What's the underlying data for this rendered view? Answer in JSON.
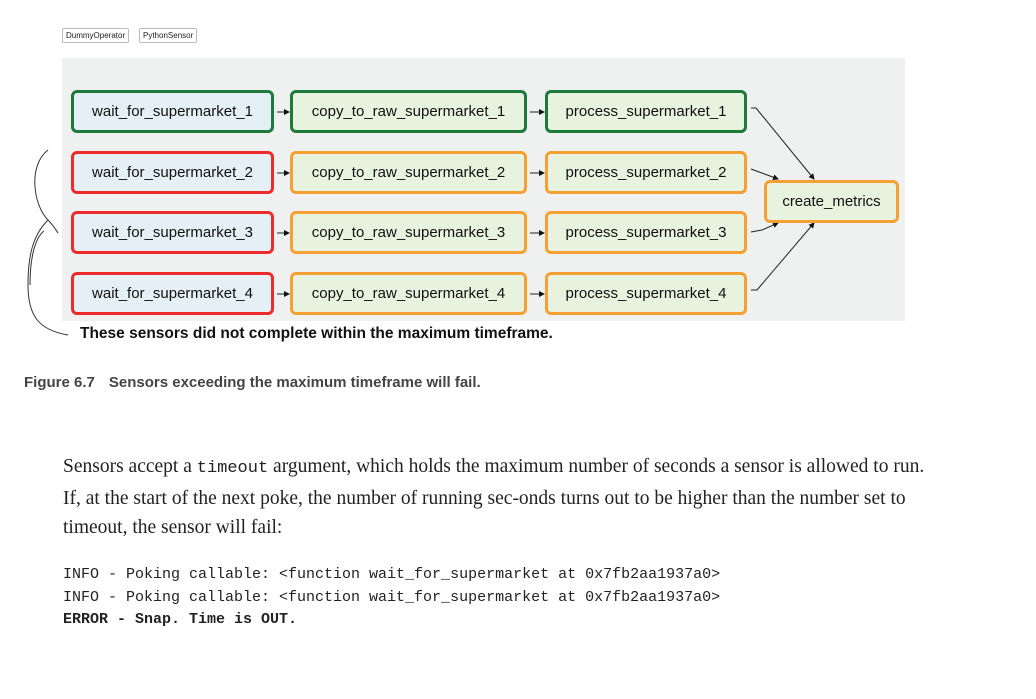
{
  "legend": [
    "DummyOperator",
    "PythonSensor"
  ],
  "dag": {
    "rows": [
      {
        "sensor": "wait_for_supermarket_1",
        "copy": "copy_to_raw_supermarket_1",
        "process": "process_supermarket_1",
        "state": "success"
      },
      {
        "sensor": "wait_for_supermarket_2",
        "copy": "copy_to_raw_supermarket_2",
        "process": "process_supermarket_2",
        "state": "failed"
      },
      {
        "sensor": "wait_for_supermarket_3",
        "copy": "copy_to_raw_supermarket_3",
        "process": "process_supermarket_3",
        "state": "failed"
      },
      {
        "sensor": "wait_for_supermarket_4",
        "copy": "copy_to_raw_supermarket_4",
        "process": "process_supermarket_4",
        "state": "failed"
      }
    ],
    "final": "create_metrics",
    "colors": {
      "success": "#1e7a3c",
      "failed": "#ee2b2b",
      "upstream_failed": "#f6a033"
    }
  },
  "annotation": "These sensors did not complete within the maximum timeframe.",
  "caption": {
    "number": "Figure 6.7",
    "text": "Sensors exceeding the maximum timeframe will fail."
  },
  "paragraph": {
    "before": "Sensors accept a ",
    "code": "timeout",
    "after": " argument, which holds the maximum number of seconds a sensor is allowed to run. If, at the start of the next poke, the number of running sec-onds turns out to be higher than the number set to timeout, the sensor will fail:"
  },
  "code": [
    "INFO - Poking callable: <function wait_for_supermarket at 0x7fb2aa1937a0>",
    "INFO - Poking callable: <function wait_for_supermarket at 0x7fb2aa1937a0>",
    "ERROR - Snap. Time is OUT."
  ]
}
